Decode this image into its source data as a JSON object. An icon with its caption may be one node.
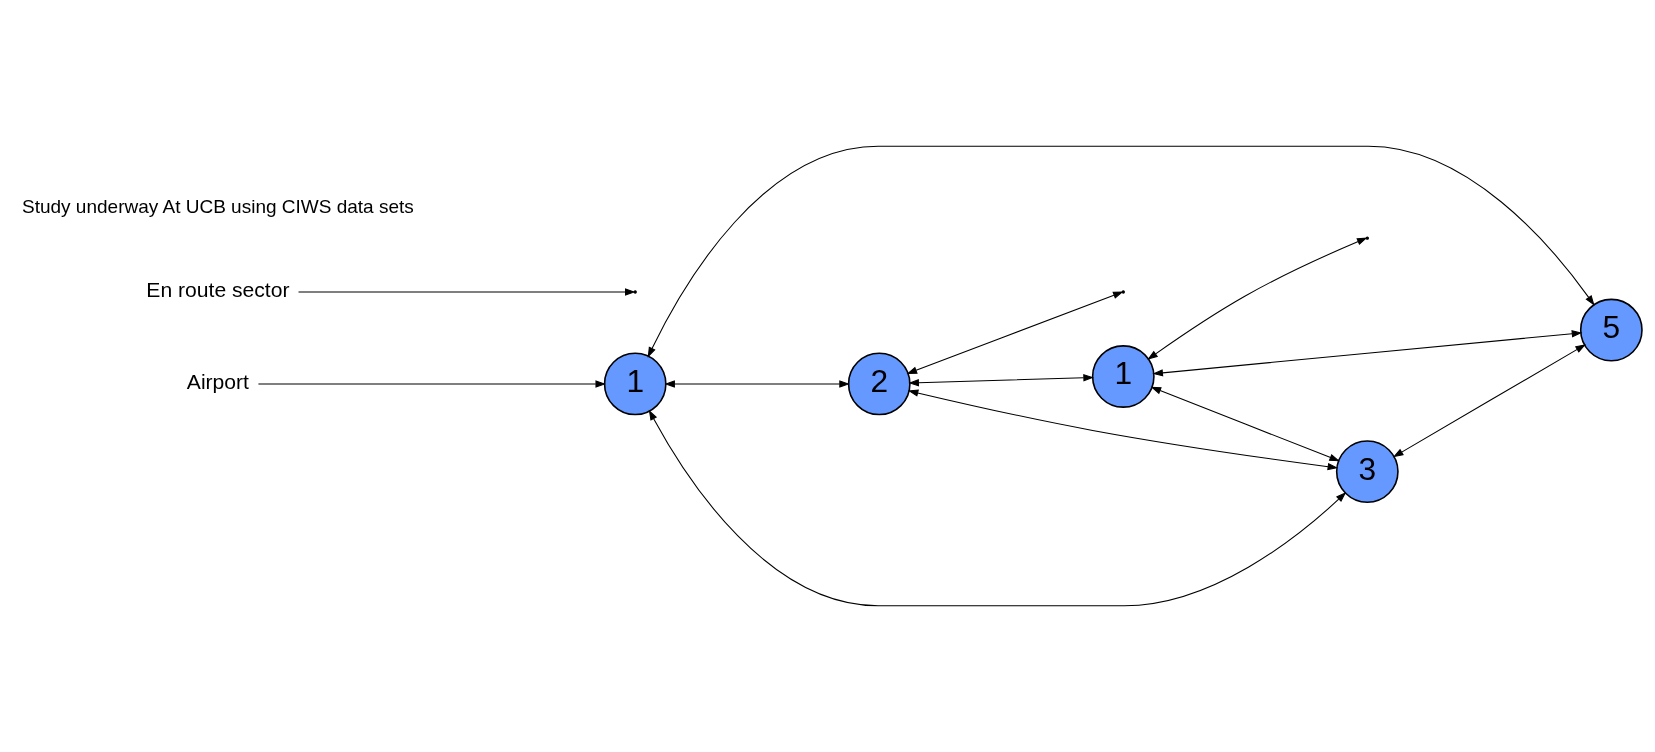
{
  "diagram": {
    "nodes": [
      {
        "text": [
          "Airport"
        ]
      },
      {
        "text": [
          "En route sector"
        ]
      },
      {
        "text": [
          "2"
        ]
      },
      {
        "text": [
          "1"
        ]
      },
      {
        "text": [
          "1"
        ]
      },
      {
        "text": [
          "5"
        ]
      },
      {
        "text": [
          "3"
        ]
      }
    ],
    "edges": [
      {
        "from": 0,
        "to": 3,
        "arrow": "to"
      },
      {
        "from": 1,
        "to": null,
        "arrow": "to"
      },
      {
        "from": 3,
        "to": 2,
        "arrow": "both"
      },
      {
        "from": 2,
        "to": 4,
        "arrow": "both"
      },
      {
        "from": 3,
        "to": 5,
        "arrow": "both"
      },
      {
        "from": 3,
        "to": 6,
        "arrow": "both"
      },
      {
        "from": 2,
        "to": 6,
        "arrow": "both"
      },
      {
        "from": 2,
        "to": null,
        "arrow": "both"
      },
      {
        "from": 4,
        "to": null,
        "arrow": "both"
      },
      {
        "from": 4,
        "to": 6,
        "arrow": "both"
      },
      {
        "from": 4,
        "to": 5,
        "arrow": "both"
      },
      {
        "from": 6,
        "to": 5,
        "arrow": "both"
      }
    ],
    "labels": [
      "Study underway At UCB using CIWS data sets"
    ]
  }
}
